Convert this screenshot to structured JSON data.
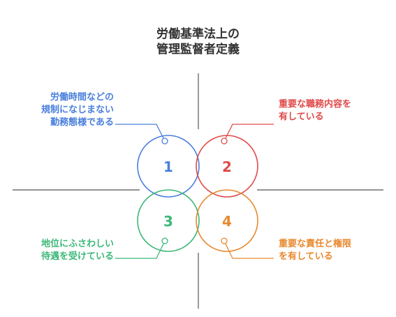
{
  "title": {
    "line1": "労働基準法上の",
    "line2": "管理監督者定義"
  },
  "colors": {
    "blue": "#4a7fdc",
    "red": "#e04a4a",
    "green": "#3cb878",
    "orange": "#e8892f",
    "axis": "#555555"
  },
  "items": [
    {
      "number": "1",
      "line1": "労働時間などの",
      "line2": "規制になじまない",
      "line3": "勤務態様である"
    },
    {
      "number": "2",
      "line1": "重要な職務内容を",
      "line2": "有している",
      "line3": ""
    },
    {
      "number": "3",
      "line1": "地位にふさわしい",
      "line2": "待遇を受けている",
      "line3": ""
    },
    {
      "number": "4",
      "line1": "重要な責任と権限",
      "line2": "を有している",
      "line3": ""
    }
  ]
}
